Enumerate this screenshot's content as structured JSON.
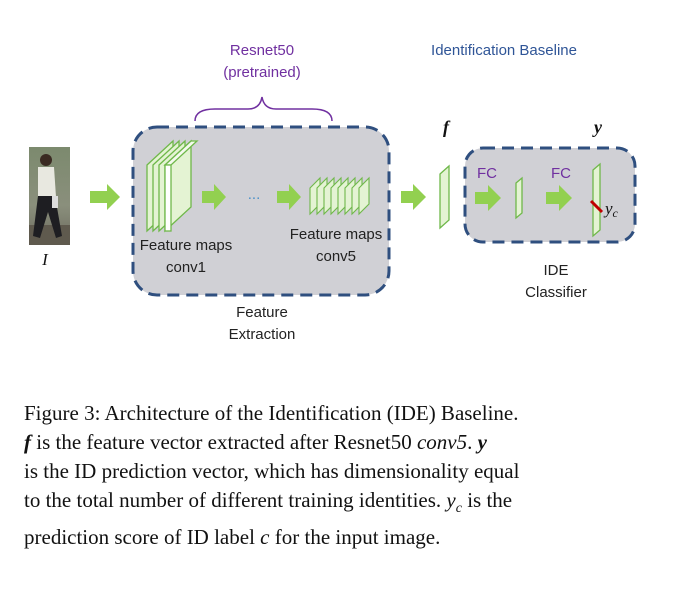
{
  "labels": {
    "resnet_line1": "Resnet50",
    "resnet_line2": "(pretrained)",
    "ide_baseline": "Identification Baseline",
    "input_symbol": "I",
    "feature_maps_1_line1": "Feature maps",
    "feature_maps_1_line2": "conv1",
    "feature_maps_5_line1": "Feature maps",
    "feature_maps_5_line2": "conv5",
    "ellipsis": "...",
    "feature_extraction_line1": "Feature",
    "feature_extraction_line2": "Extraction",
    "f_symbol": "f",
    "y_symbol": "y",
    "fc1": "FC",
    "fc2": "FC",
    "yc_symbol": "y",
    "yc_subscript": "c",
    "ide_classifier_line1": "IDE",
    "ide_classifier_line2": "Classifier"
  },
  "caption": {
    "l1": "Figure 3: Architecture of the Identification (IDE) Baseline.",
    "l2_f": "f",
    "l2_text": " is the feature vector extracted after Resnet50 ",
    "l2_conv5": "conv5",
    "l2_dot": ". ",
    "l2_y": "y",
    "l3": "is the ID prediction vector, which has dimensionality equal",
    "l4_text": "to the total number of different training identities. ",
    "l4_y": "y",
    "l4_c": "c",
    "l4_end": " is the",
    "l5_text": "prediction score of ID label ",
    "l5_c": "c",
    "l5_end": " for the input image."
  },
  "colors": {
    "arrow_green": "#92d050",
    "layer_face": "#e4f3d3",
    "layer_edge": "#6fb84a",
    "block_fill": "#d0d0d5",
    "dashed_border": "#2f4f7f",
    "purple_text": "#7030a0",
    "blue_text": "#2f5597",
    "prediction_mark": "#c00000"
  }
}
